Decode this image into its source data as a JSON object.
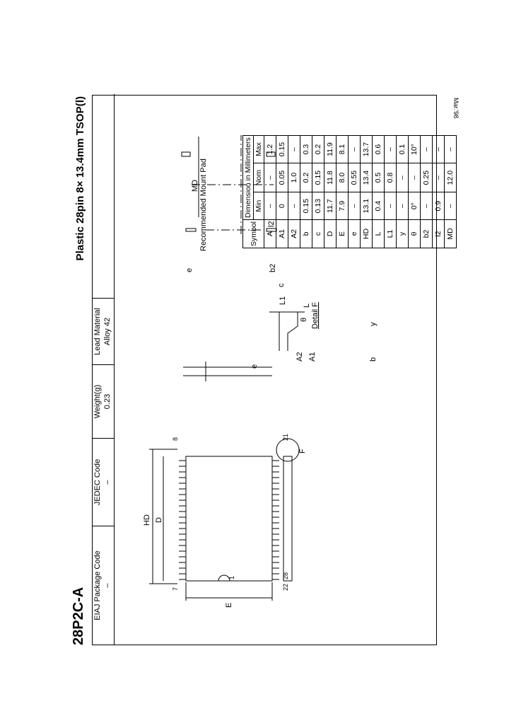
{
  "package": {
    "name": "28P2C-A",
    "title": "Plastic 28pin 8× 13.4mm TSOP(Ⅰ)"
  },
  "header": {
    "eiaj_label": "EIAJ Package Code",
    "eiaj_value": "–",
    "jedec_label": "JEDEC Code",
    "jedec_value": "–",
    "weight_label": "Weight(g)",
    "weight_value": "0.23",
    "lead_label": "Lead Material",
    "lead_value": "Alloy 42"
  },
  "drawing_labels": {
    "E": "E",
    "HD": "HD",
    "D": "D",
    "F": "F",
    "e": "e",
    "b": "b",
    "y": "y",
    "A2": "A2",
    "A1": "A1",
    "L1": "L1",
    "L": "L",
    "c": "c",
    "theta": "θ",
    "detail_f": "Detail F",
    "MD": "MD",
    "b2": "b2",
    "e_pad": "e",
    "l2": "l2",
    "mount_pad": "Recommended Mount Pad",
    "pin22": "22",
    "pin28": "28",
    "pin1": "1",
    "pin7": "7",
    "pin21": "21",
    "pin8": "8"
  },
  "dimensions": {
    "title": "Dimension in Millimeters",
    "col_symbol": "Symbol",
    "col_min": "Min",
    "col_nom": "Nom",
    "col_max": "Max",
    "rows": [
      {
        "symbol": "A",
        "min": "–",
        "nom": "–",
        "max": "1.2"
      },
      {
        "symbol": "A1",
        "min": "0",
        "nom": "0.05",
        "max": "0.15"
      },
      {
        "symbol": "A2",
        "min": "–",
        "nom": "1.0",
        "max": "–"
      },
      {
        "symbol": "b",
        "min": "0.15",
        "nom": "0.2",
        "max": "0.3"
      },
      {
        "symbol": "c",
        "min": "0.13",
        "nom": "0.15",
        "max": "0.2"
      },
      {
        "symbol": "D",
        "min": "11.7",
        "nom": "11.8",
        "max": "11.9"
      },
      {
        "symbol": "E",
        "min": "7.9",
        "nom": "8.0",
        "max": "8.1"
      },
      {
        "symbol": "e",
        "min": "–",
        "nom": "0.55",
        "max": "–"
      },
      {
        "symbol": "HD",
        "min": "13.1",
        "nom": "13.4",
        "max": "13.7"
      },
      {
        "symbol": "L",
        "min": "0.4",
        "nom": "0.5",
        "max": "0.6"
      },
      {
        "symbol": "L1",
        "min": "–",
        "nom": "0.8",
        "max": "–"
      },
      {
        "symbol": "y",
        "min": "–",
        "nom": "–",
        "max": "0.1"
      },
      {
        "symbol": "θ",
        "min": "0°",
        "nom": "–",
        "max": "10°"
      },
      {
        "symbol": "b2",
        "min": "–",
        "nom": "0.25",
        "max": "–"
      },
      {
        "symbol": "l2",
        "min": "0.9",
        "nom": "–",
        "max": "–"
      },
      {
        "symbol": "MD",
        "min": "–",
        "nom": "12.0",
        "max": "–"
      }
    ]
  },
  "date": "Mar.'98"
}
